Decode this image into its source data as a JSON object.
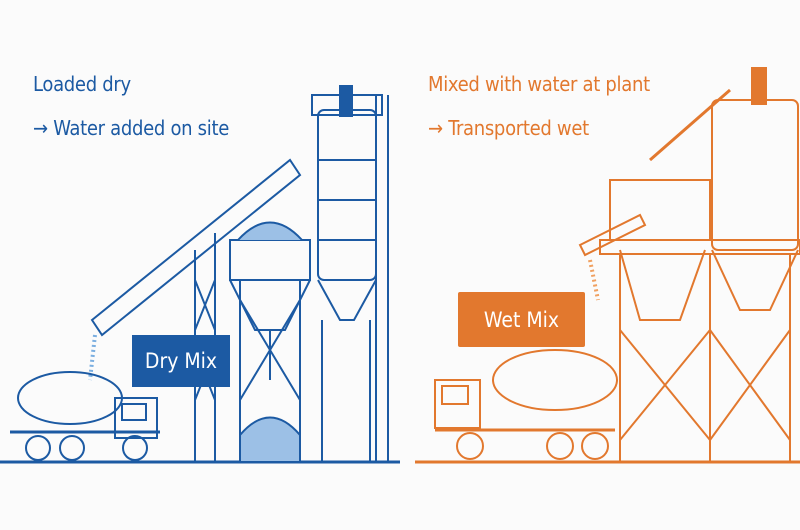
{
  "dry": {
    "line1": "Loaded dry",
    "line2": "→ Water added on site",
    "label": "Dry Mix",
    "color": "#1c5aa3"
  },
  "wet": {
    "line1": "Mixed with water at plant",
    "line2": "→ Transported wet",
    "label": "Wet Mix",
    "color": "#e2782e"
  }
}
